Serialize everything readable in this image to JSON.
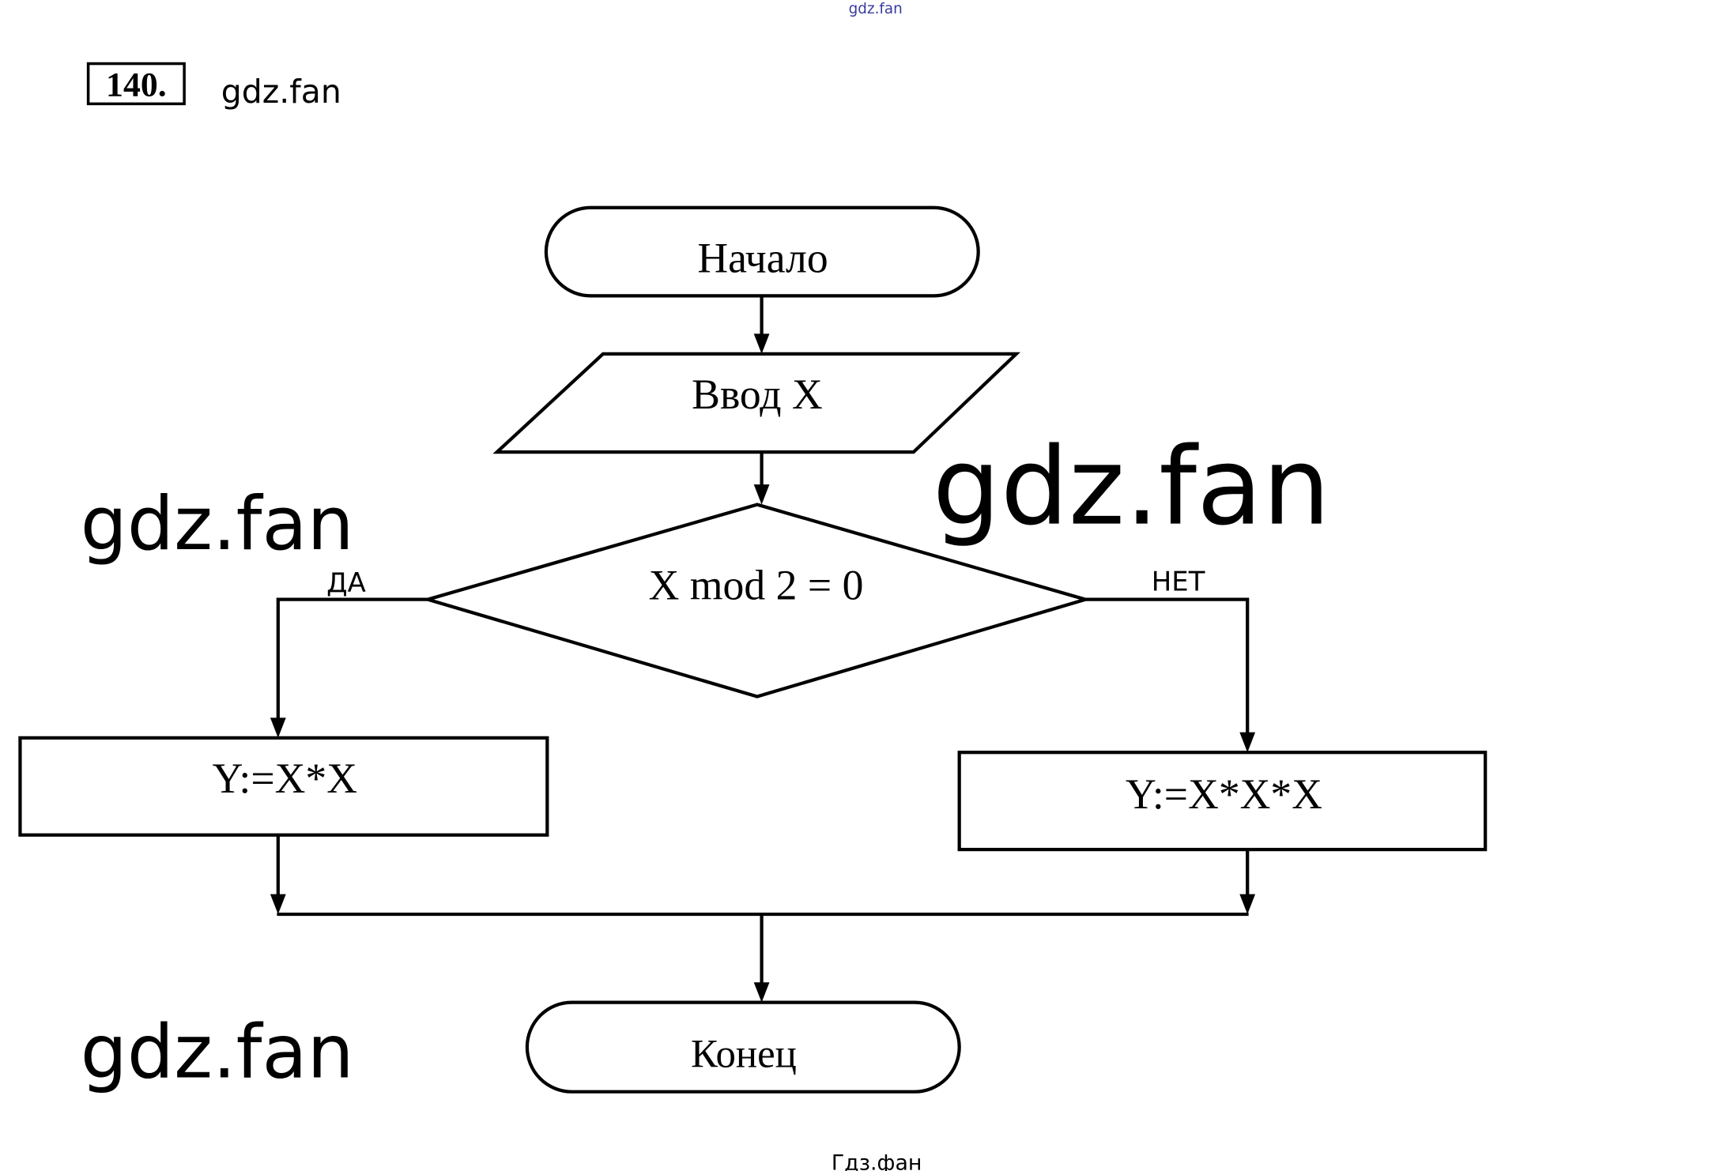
{
  "top_watermark": "gdz.fan",
  "header": {
    "problem_number": "140.",
    "site_label": "gdz.fan"
  },
  "watermarks": [
    "gdz.fan",
    "gdz.fan",
    "gdz.fan"
  ],
  "footer": "Гдз.фан",
  "flowchart": {
    "start": "Начало",
    "input": "Ввод X",
    "condition": "X mod 2 = 0",
    "yes_label": "ДА",
    "no_label": "НЕТ",
    "yes_action": "Y:=X*X",
    "no_action": "Y:=X*X*X",
    "end": "Конец"
  },
  "colors": {
    "ink": "#000000",
    "top_watermark": "#3a3aa0"
  }
}
